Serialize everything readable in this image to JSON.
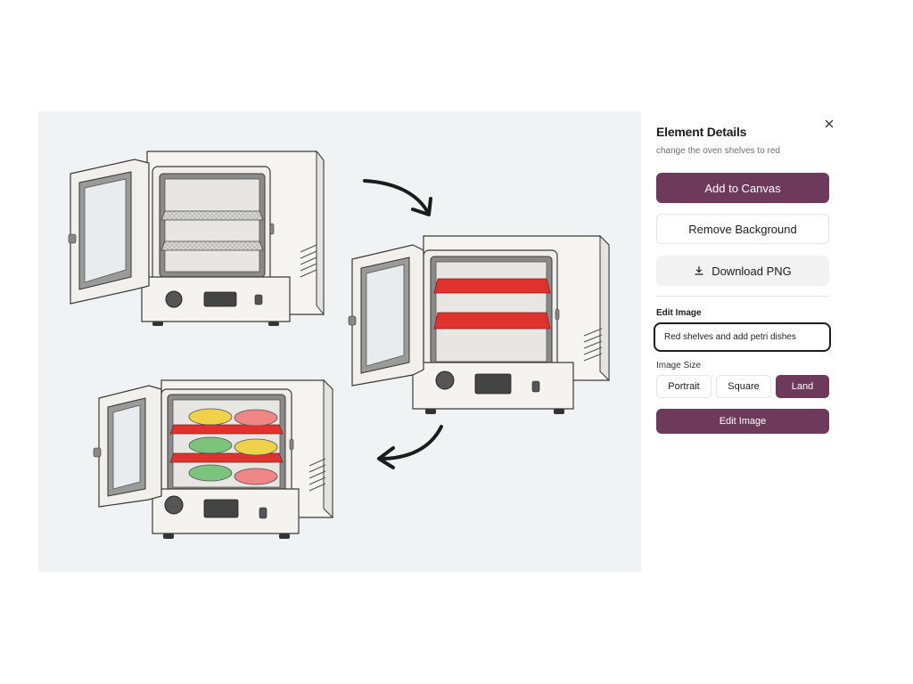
{
  "canvas": {
    "background": "#f1f2f3",
    "images": [
      {
        "name": "oven-original",
        "description_icon": "oven-icon"
      },
      {
        "name": "oven-red-shelves",
        "description_icon": "oven-icon"
      },
      {
        "name": "oven-red-shelves-petri-dishes",
        "description_icon": "oven-icon"
      }
    ],
    "arrows": [
      "arrow-right-down-icon",
      "arrow-left-down-icon"
    ]
  },
  "panel": {
    "title": "Element Details",
    "subtitle": "change the oven shelves to red",
    "close_icon": "close-icon",
    "actions": {
      "add_to_canvas": "Add to Canvas",
      "remove_background": "Remove Background",
      "download_png": "Download PNG",
      "download_icon": "download-icon"
    },
    "edit": {
      "label": "Edit Image",
      "input_value": "Red shelves and add petri dishes"
    },
    "size": {
      "label": "Image Size",
      "options": [
        "Portrait",
        "Square",
        "Land"
      ],
      "selected": "Land"
    },
    "submit_label": "Edit Image"
  },
  "colors": {
    "accent": "#6e3a5c",
    "shelf_red": "#e0332f",
    "dish_yellow": "#f0d24a",
    "dish_green": "#7cc47e",
    "dish_pink": "#ef8585"
  }
}
